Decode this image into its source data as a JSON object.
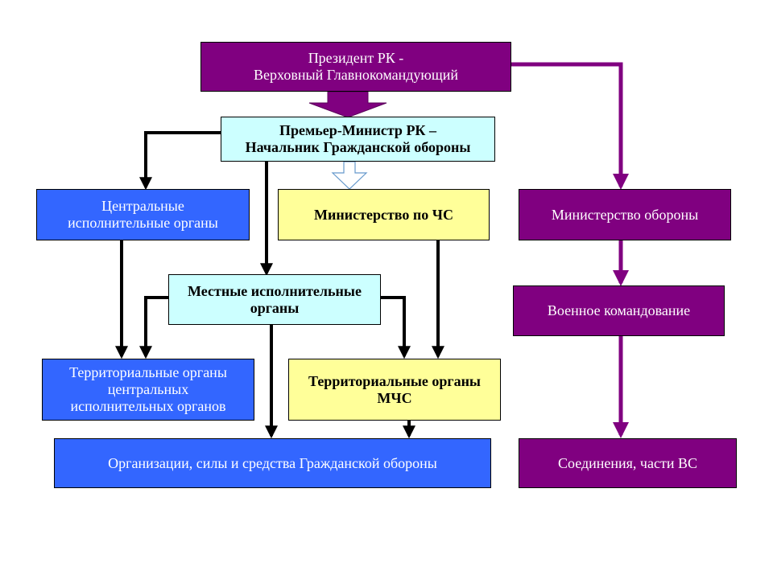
{
  "nodes": {
    "president": [
      "Президент РК -",
      "Верховный Главнокомандующий"
    ],
    "premier": [
      "Премьер-Министр РК –",
      "Начальник Гражданской обороны"
    ],
    "central_bodies": [
      "Центральные",
      "исполнительные органы"
    ],
    "emergency_ministry": [
      "Министерство по ЧС"
    ],
    "defense_ministry": [
      "Министерство обороны"
    ],
    "local_bodies": [
      "Местные исполнительные",
      "органы"
    ],
    "military_command": [
      "Военное командование"
    ],
    "territorial_central": [
      "Территориальные органы",
      "центральных",
      "исполнительных органов"
    ],
    "territorial_emergency": [
      "Территориальные органы",
      "МЧС"
    ],
    "civil_defense_forces": [
      "Организации, силы и средства Гражданской обороны"
    ],
    "armed_forces_units": [
      "Соединения, части ВС"
    ]
  },
  "colors": {
    "purple": "#800080",
    "blue": "#3366ff",
    "cyan": "#ccffff",
    "yellow": "#ffff99",
    "arrow_black": "#000000",
    "arrow_purple": "#800080"
  }
}
